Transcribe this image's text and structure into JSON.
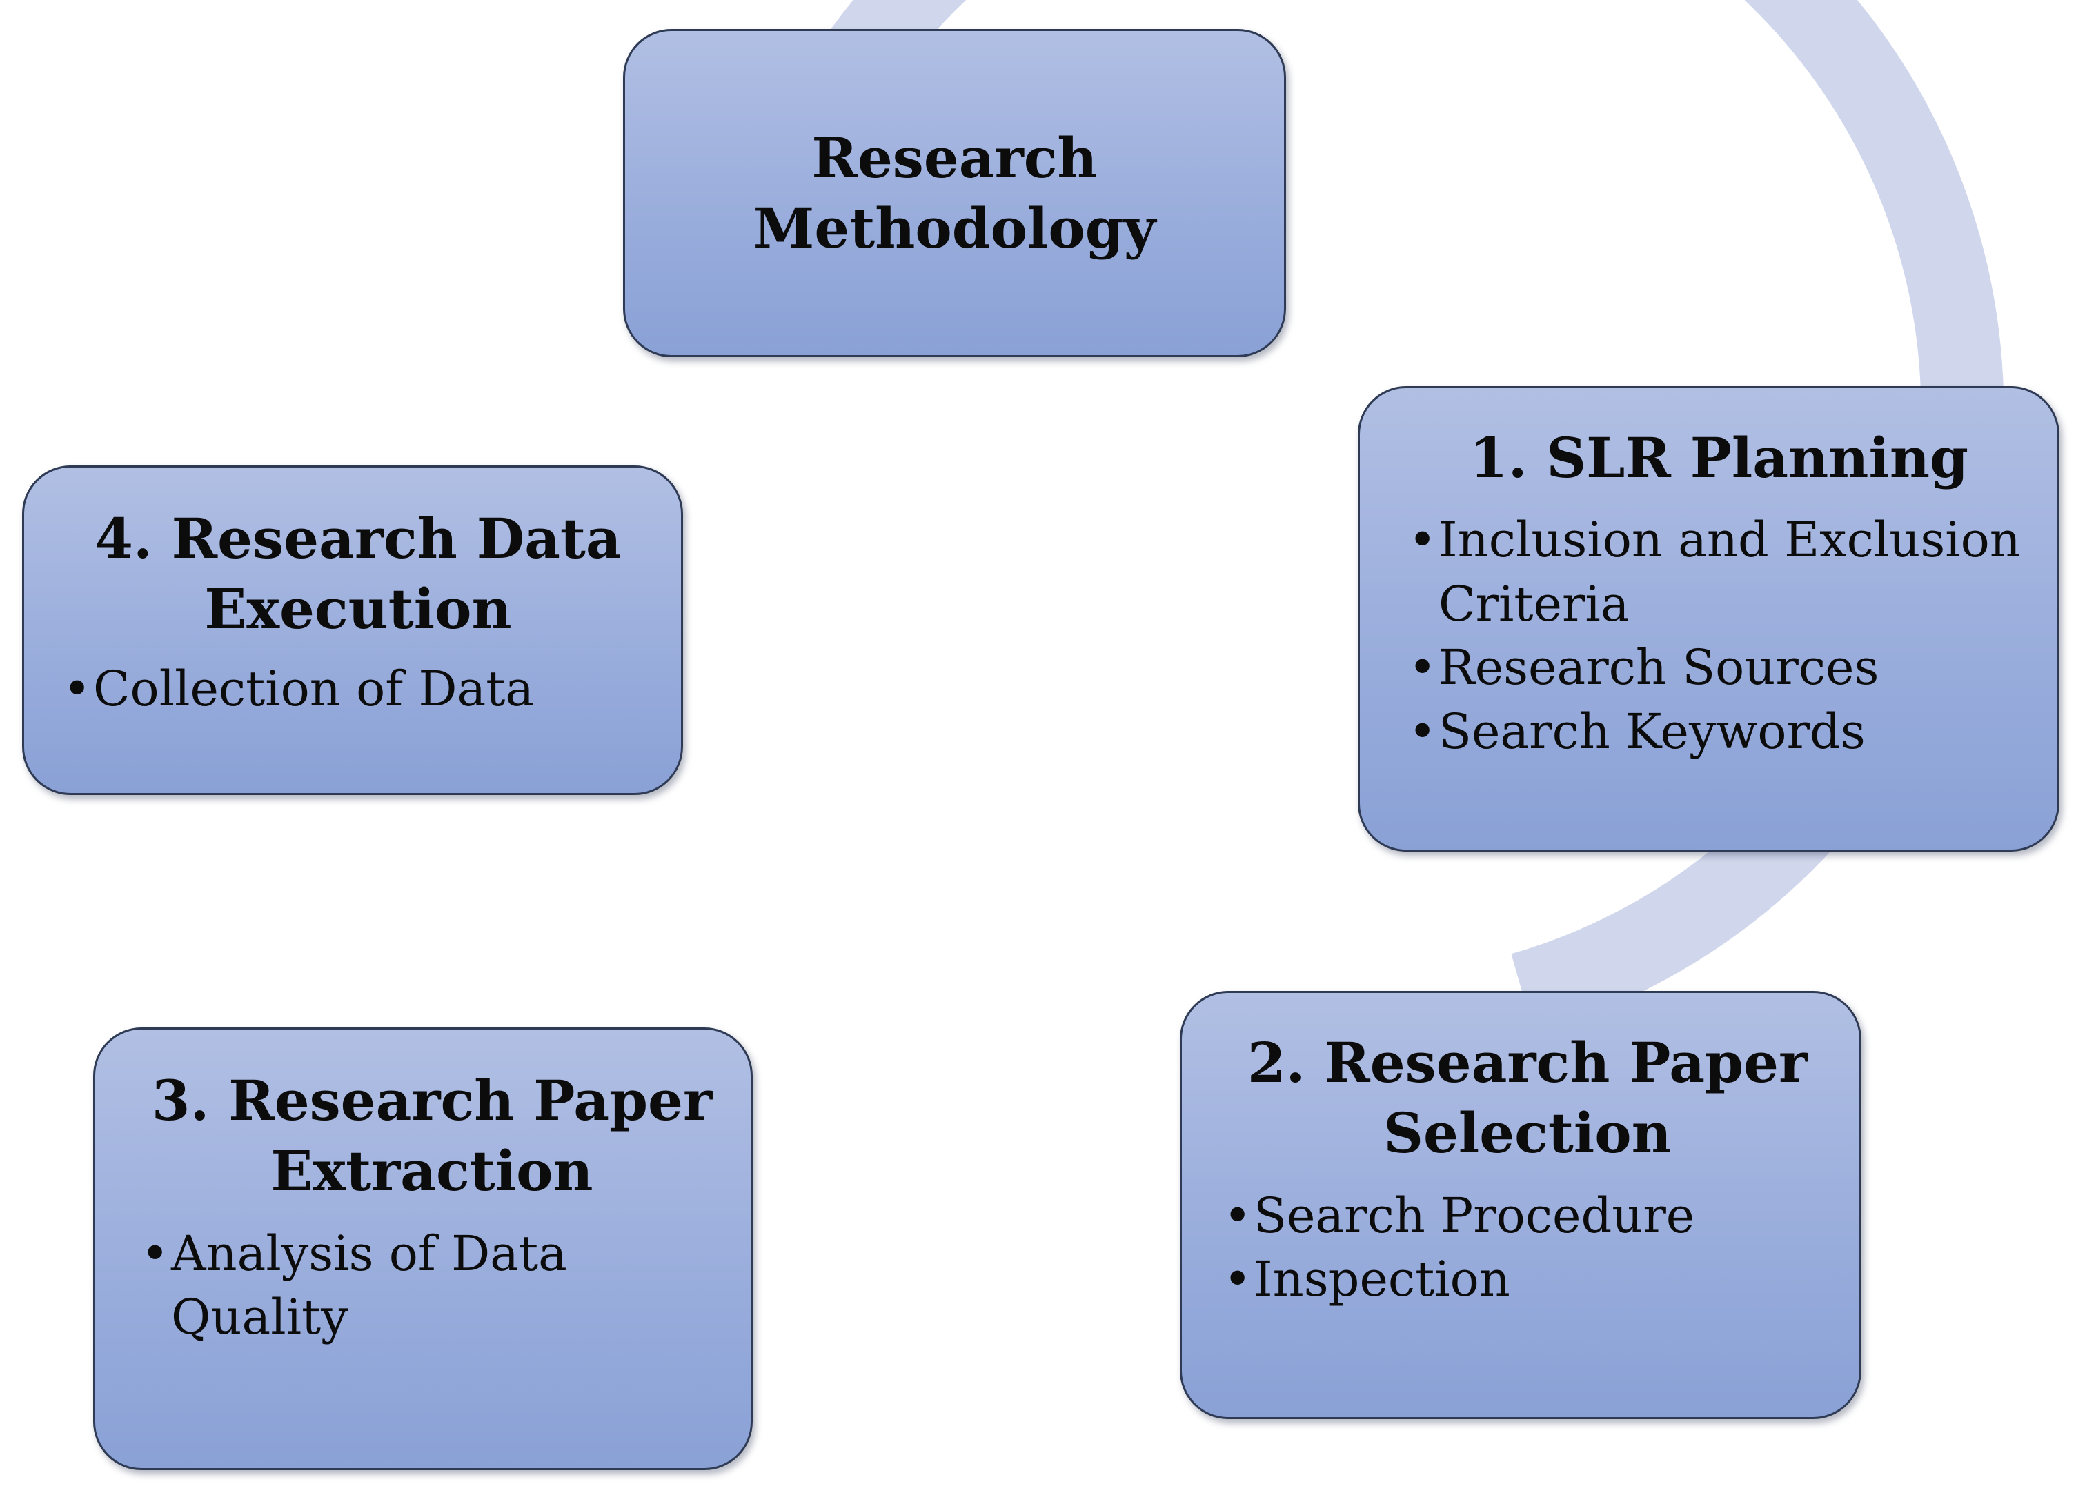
{
  "colors": {
    "box_fill_top": "#b1bfe3",
    "box_fill_bottom": "#8aa1d6",
    "box_border": "#2f3b55",
    "cycle_arrow": "#d0d7ec"
  },
  "diagram": {
    "type": "cycle",
    "center": {
      "title": "Research Methodology"
    },
    "steps": [
      {
        "title": "1. SLR Planning",
        "bullets": [
          "Inclusion and Exclusion Criteria",
          "Research Sources",
          "Search Keywords"
        ]
      },
      {
        "title": "2. Research Paper Selection",
        "bullets": [
          "Search Procedure",
          "Inspection"
        ]
      },
      {
        "title": "3. Research Paper Extraction",
        "bullets": [
          "Analysis of Data Quality"
        ]
      },
      {
        "title": "4. Research Data Execution",
        "bullets": [
          "Collection of Data"
        ]
      }
    ]
  }
}
